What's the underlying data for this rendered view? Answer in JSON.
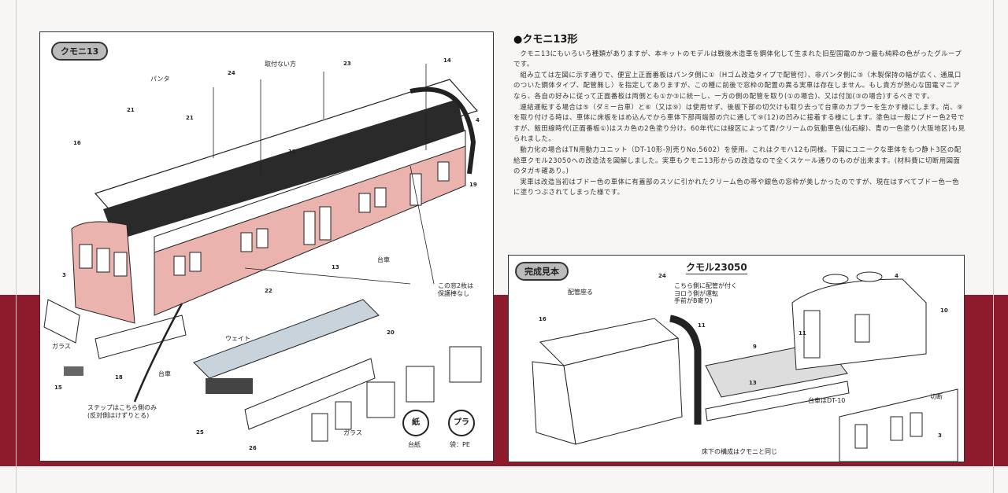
{
  "left_panel": {
    "badge": "クモニ13",
    "labels": {
      "panta": "パンタ",
      "no_mount": "取付ない方",
      "glass1": "ガラス",
      "glass2": "ガラス",
      "bogie": "台車",
      "bogie2": "台車",
      "weight": "ウェイト",
      "window_note": "この窓2枚は\n保護棒なし",
      "step_note": "ステップはこちら側のみ\n(反対側はけずりとる)",
      "paper": "紙",
      "paper_sub": "台紙",
      "pla": "プラ",
      "pla_sub": "袋：PE"
    },
    "part_numbers": [
      "21",
      "21",
      "24",
      "23",
      "14",
      "12",
      "4",
      "3",
      "16",
      "15",
      "18",
      "13",
      "19",
      "20",
      "25",
      "26",
      "22"
    ]
  },
  "article": {
    "heading": "●クモニ13形",
    "paragraphs": [
      "クモニ13にもいろいろ種類がありますが、本キットのモデルは戦後木造車を鋼体化して生まれた旧型国電のかつ最も純粋の色がったグループです。",
      "組み立ては左図に示す通りで、便宜上正面番板はパンタ側に①（Hゴム改造タイプで配管付）、非パンタ側に③（木製保持の幅が広く、通風口のついた鋼体タイプ、配管無し）を指定してありますが、この種に前後で窓枠の配置の異る実車は存在しません。もし貴方が熱心な国電マニアなら、各自の好みに従って正面番板は両側とも①か③に統一し、一方の側の配管を取り(①の場合)、又は付加(③の場合)するべきです。",
      "連結運転する場合は⑤（ダミー台車）と⑥（又は⑨）は使用せず、後板下部の切欠けも取り去って台車のカプラーを生かす様にします。尚、⑨を取り付ける時は、車体に床板をはめ込んでから車体下部両端部の穴に通して⑨(12)の凹みに接着する様にします。塗色は一般にブドー色2号ですが、飯田線時代(正面番板①)はスカ色の2色塗り分け。60年代には線区によって青/クリームの気動車色(仙石線)、青の一色塗り(大阪地区)も見られました。",
      "動力化の場合はTN用動力ユニット（DT-10形-別売りNo.5602）を使用。これはクモハ12も同様。下図にユニークな車体をもつ静ト3区の配給車クモル23050への改造法を図解しました。実車もクモニ13形からの改造なので全くスケール通りのものが出来ます。(材料費に切断用図面のタガキ確あり。)",
      "実車は改造当初はブドー色の車体に有蓋部のスソに引かれたクリーム色の帯や銀色の窓枠が美しかったのですが、現在はすべてブドー色一色に塗りつぶされてしまった様です。"
    ]
  },
  "right_panel": {
    "badge": "完成見本",
    "title": "クモル23050",
    "labels": {
      "pipe": "配管座る",
      "side_note": "こちら側に配管が付く\nヨロう側が運転\n手前がB寄り)",
      "bogie_note": "台車はDT-10",
      "floor_note": "床下の構成はクモニと同じ",
      "cut": "切断"
    },
    "part_numbers": [
      "24",
      "16",
      "11",
      "4",
      "10",
      "11",
      "9",
      "13",
      "3"
    ]
  },
  "colors": {
    "band": "#8e1b2b",
    "car_pink": "#eab3ae",
    "roof_dark": "#2a2a2a",
    "floor_blue": "#c9d3dc"
  }
}
